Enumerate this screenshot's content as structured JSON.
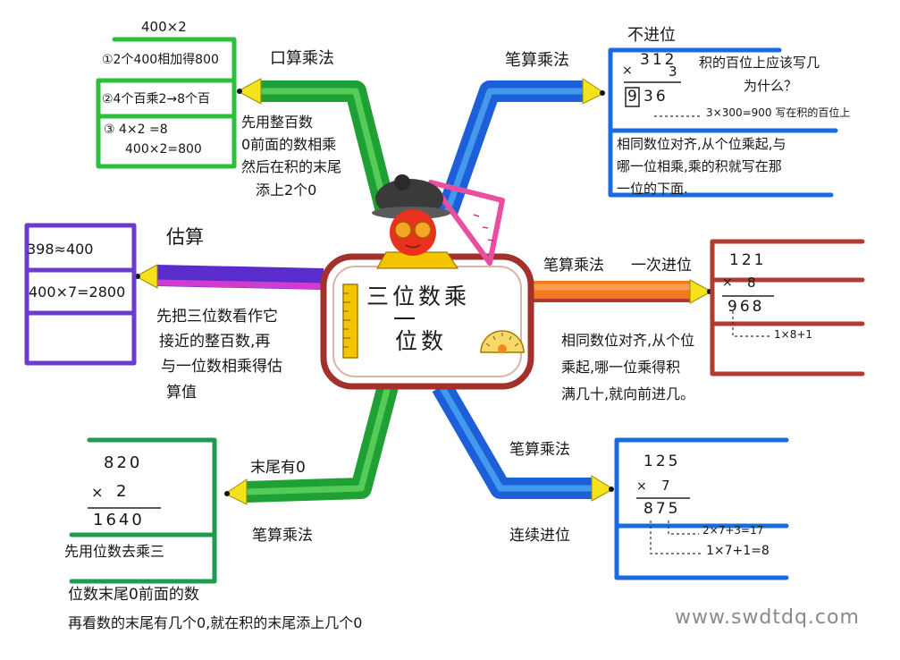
{
  "center": {
    "title": [
      "三位数乘",
      "一",
      "位数"
    ]
  },
  "oral": {
    "label": "口算乘法",
    "example": "400×2",
    "steps": [
      "①2个400相加得800",
      "②4个百乘2→8个百",
      "③ 4×2 =8",
      "400×2=800"
    ],
    "rule": [
      "先用整百数",
      "0前面的数相乘",
      "然后在积的末尾",
      "添上2个0"
    ]
  },
  "no_carry": {
    "label": "笔算乘法",
    "title": "不进位",
    "calc": {
      "top": "312",
      "sign": "×",
      "bottom": "3",
      "result_box": "9",
      "result_rest": "36"
    },
    "question": [
      "积的百位上应该写几",
      "为什么？"
    ],
    "answer": "3×300=900 写在积的百位上",
    "rule": [
      "相同数位对齐,从个位乘起,与",
      "哪一位相乘,乘的积就写在那",
      "一位的下面."
    ]
  },
  "estimate": {
    "label": "估算",
    "steps": [
      "398≈400",
      "400×7=2800"
    ],
    "rule": [
      "先把三位数看作它",
      "接近的整百数,再",
      "与一位数相乘得估",
      "算值"
    ]
  },
  "single_carry": {
    "label": "笔算乘法",
    "title": "一次进位",
    "calc": {
      "top": "121",
      "sign": "×",
      "bottom": "8",
      "result": "968",
      "note": "1×8+1"
    },
    "rule": [
      "相同数位对齐,从个位",
      "乘起,哪一位乘得积",
      "满几十,就向前进几。"
    ]
  },
  "trailing_zero": {
    "title": "末尾有0",
    "label": "笔算乘法",
    "calc": {
      "top": "820",
      "sign": "×",
      "bottom": "2",
      "result": "1640"
    },
    "rule": [
      "先用位数去乘三",
      "位数末尾0前面的数",
      "再看数的末尾有几个0,就在积的末尾添上几个0"
    ]
  },
  "continuous_carry": {
    "label": "笔算乘法",
    "title": "连续进位",
    "calc": {
      "top": "125",
      "sign": "×",
      "bottom": "7",
      "result": "875",
      "notes": [
        "2×7+3=17",
        "1×7+1=8"
      ]
    }
  },
  "watermark": "www.swdtdq.com",
  "colors": {
    "green": "#1fa034",
    "green_light": "#5fd35f",
    "blue": "#1d5fd8",
    "blue_light": "#4aa3f0",
    "purple": "#5b2ccc",
    "magenta": "#e63ed0",
    "orange": "#f27a1c",
    "orange_light": "#f9a55a",
    "maroon": "#b3392f",
    "pencil_tip": "#f4e31c",
    "box_green": "#2bbf3c",
    "box_blue": "#1b6be0",
    "box_purple": "#6b3ad0",
    "box_maroon": "#b23a30",
    "box_darkgreen": "#1f9a4e"
  }
}
